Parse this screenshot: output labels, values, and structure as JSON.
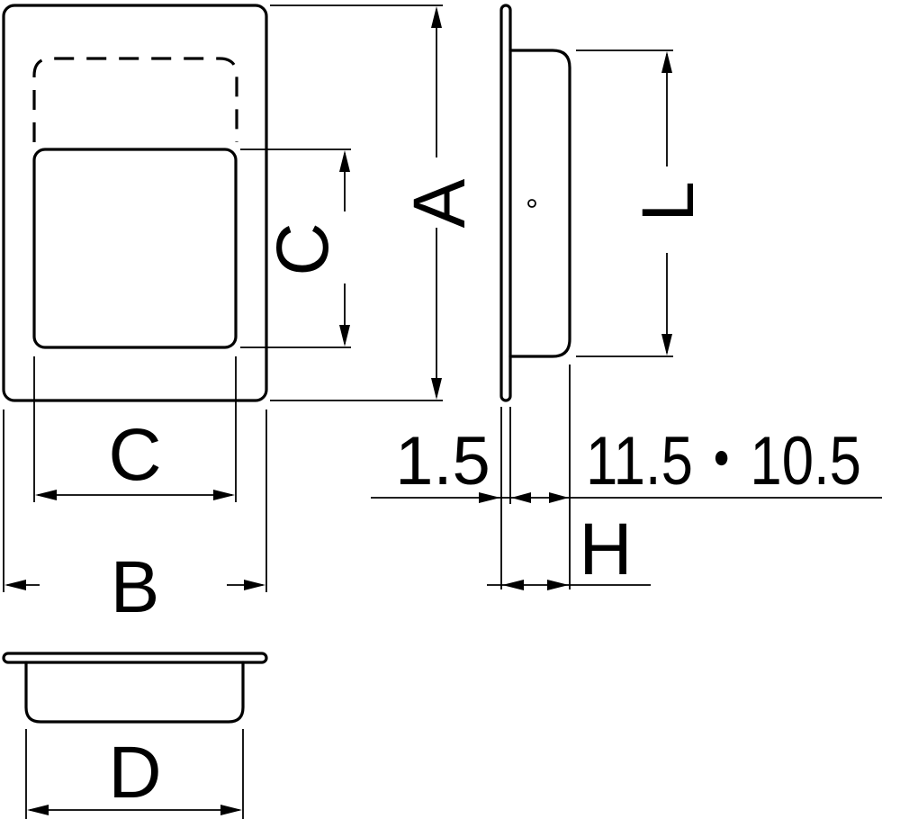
{
  "labels": {
    "A": "A",
    "B": "B",
    "C_vertical": "C",
    "C_horizontal": "C",
    "D": "D",
    "L": "L",
    "H": "H",
    "flange_thickness": "1.5",
    "depth_options": "11.5・10.5"
  }
}
